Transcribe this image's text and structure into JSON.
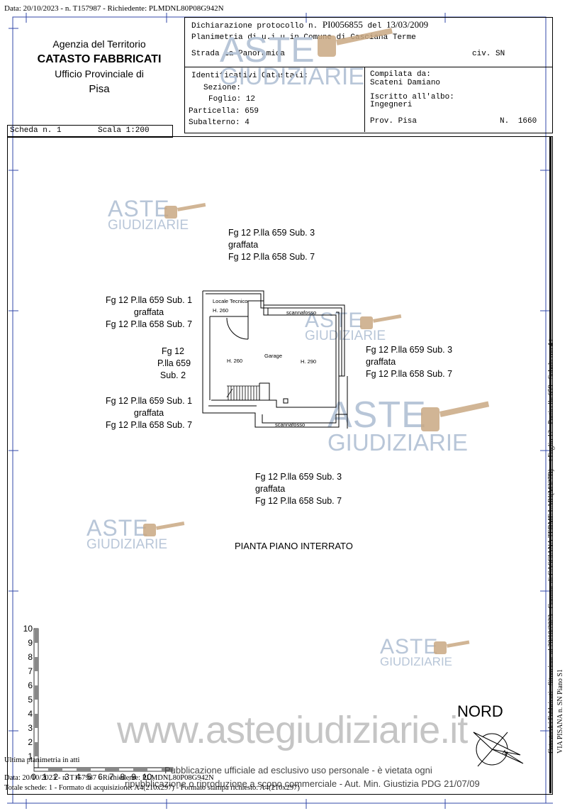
{
  "top_info": "Data: 20/10/2023 - n. T157987 - Richiedente: PLMDNL80P08G942N",
  "agency": {
    "line1": "Agenzia del Territorio",
    "line2": "CATASTO FABBRICATI",
    "line3": "Ufficio Provinciale di",
    "line4": "Pisa"
  },
  "protocol": {
    "label": "Dichiarazione protocollo n.",
    "number": "PI0056855",
    "date_label": "del",
    "date": "13/03/2009"
  },
  "planimetry_line": "Planimetria di u.i.u.in Comune di Casciana Terme",
  "address": {
    "street": "Strada La Panoramica",
    "civ": "civ. SN"
  },
  "identifiers": {
    "title": "Identificativi Catastali:",
    "sezione_label": "Sezione:",
    "sezione": "",
    "foglio_label": "Foglio:",
    "foglio": "12",
    "particella_label": "Particella:",
    "particella": "659",
    "subalterno_label": "Subalterno:",
    "subalterno": "4"
  },
  "compiler": {
    "compiled_label": "Compilata da:",
    "name": "Scateni Damiano",
    "albo_label": "Iscritto all'albo:",
    "albo": "Ingegneri",
    "prov_label": "Prov. Pisa",
    "number_label": "N.",
    "number": "1660"
  },
  "scheda": {
    "label": "Scheda n. 1",
    "scala": "Scala 1:200"
  },
  "neighbors": {
    "top": [
      "Fg 12 P.lla 659 Sub. 3",
      "graffata",
      "Fg 12 P.lla 658 Sub. 7"
    ],
    "left_top": [
      "Fg 12 P.lla 659 Sub. 1",
      "graffata",
      "Fg 12 P.lla 658 Sub. 7"
    ],
    "left_mid": [
      "Fg 12",
      "P.lla 659",
      "Sub. 2"
    ],
    "left_bottom": [
      "Fg 12 P.lla 659 Sub. 1",
      "graffata",
      "Fg 12 P.lla 658 Sub. 7"
    ],
    "right": [
      "Fg 12 P.lla 659 Sub. 3",
      "graffata",
      "Fg 12 P.lla 658 Sub. 7"
    ],
    "bottom": [
      "Fg 12 P.lla 659 Sub. 3",
      "graffata",
      "Fg 12 P.lla 658 Sub. 7"
    ]
  },
  "plan": {
    "locale_tecnico": "Locale Tecnico",
    "h_tecnico": "H. 260",
    "scannafosso_top": "scannafosso",
    "scannafosso_bottom": "scannafosso",
    "garage": "Garage",
    "h_left": "H. 260",
    "h_right": "H. 290"
  },
  "floor_title": "PIANTA PIANO INTERRATO",
  "scale_numbers": [
    "10",
    "9",
    "8",
    "7",
    "6",
    "5",
    "4",
    "3",
    "2",
    "1",
    "0"
  ],
  "scale_bottom_numbers": [
    "0",
    "1",
    "2",
    "3",
    "4",
    "5",
    "6",
    "7",
    "8",
    "9",
    "10"
  ],
  "north": "NORD",
  "watermark": {
    "aste": "ASTE",
    "giudiziarie": "GIUDIZIARIE",
    "site": "www.astegiudiziarie.it",
    "pub_line1": "Pubblicazione ufficiale ad esclusivo uso personale - è vietata ogni",
    "pub_line2": "ripubblicazione o riproduzione a scopo commerciale - Aut. Min. Giustizia PDG 21/07/09"
  },
  "footer": {
    "line1": "Ultima planimetria in atti",
    "line2": "Data: 20/10/2023 - n. T157987 - Richiedente: PLMDNL80P08G942N",
    "line3": "Totale schede: 1 - Formato di acquisizione: A4(210x297) - Formato stampa richiesto: A4(210x297)"
  },
  "side_text": {
    "line1": "Catasto dei Fabbricati - Situazione al 20/10/2023 - Comune di CASCIANA TERME LARI(M327B) - < Foglio 12 - Particella 659 - Subalterno 4 >",
    "line2": "VIA PISANA n. SN Piano S1"
  },
  "colors": {
    "watermark": "#b8c6d8",
    "hammer": "#c9a882"
  }
}
